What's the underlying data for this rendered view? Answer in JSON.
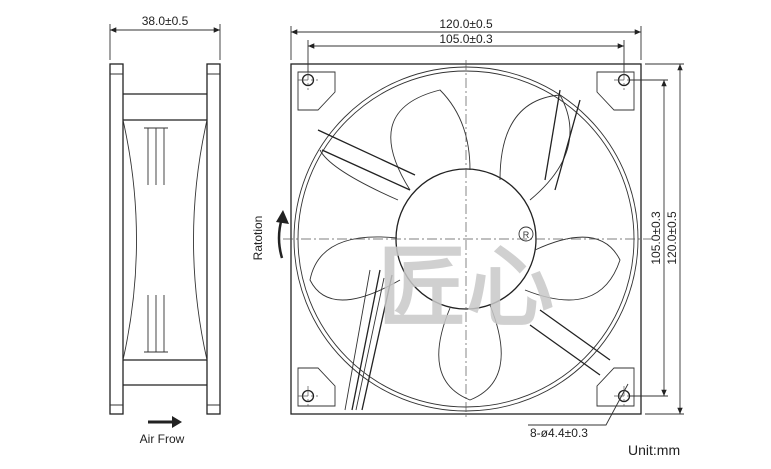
{
  "side_view": {
    "depth_dim": "38.0±0.5",
    "airflow_label": "Air Frow"
  },
  "front_view": {
    "outer_width_dim": "120.0±0.5",
    "hole_pitch_width_dim": "105.0±0.3",
    "hole_pitch_height_dim": "105.0±0.3",
    "outer_height_dim": "120.0±0.5",
    "hole_dim": "8-ø4.4±0.3",
    "rotation_label": "Ratotion",
    "registered_mark": "R"
  },
  "unit_label": "Unit:mm",
  "watermark_text": "匠心"
}
